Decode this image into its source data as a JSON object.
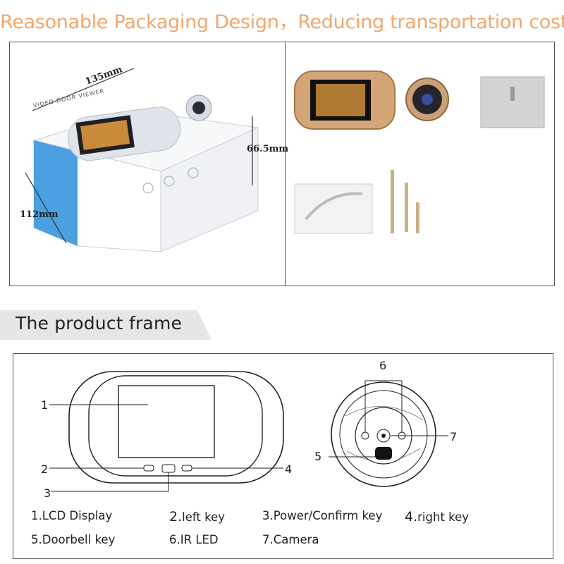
{
  "header": {
    "headline": "Reasonable Packaging Design，Reducing transportation costs"
  },
  "packaging": {
    "width_label": "135mm",
    "height_label": "66.5mm",
    "depth_label": "112mm",
    "box_print": "VIDEO DOOR VIEWER"
  },
  "section": {
    "title": "The product frame"
  },
  "callouts": {
    "n1": "1",
    "n2": "2",
    "n3": "3",
    "n4": "4",
    "n5": "5",
    "n6": "6",
    "n7": "7"
  },
  "legend": {
    "item1": "1.LCD Display",
    "item2_num": "2.",
    "item2_text": "left key",
    "item3": "3.Power/Confirm key",
    "item4_num": "4.",
    "item4_text": "right key",
    "item5": "5.Doorbell key",
    "item6": "6.IR LED",
    "item7": "7.Camera"
  }
}
